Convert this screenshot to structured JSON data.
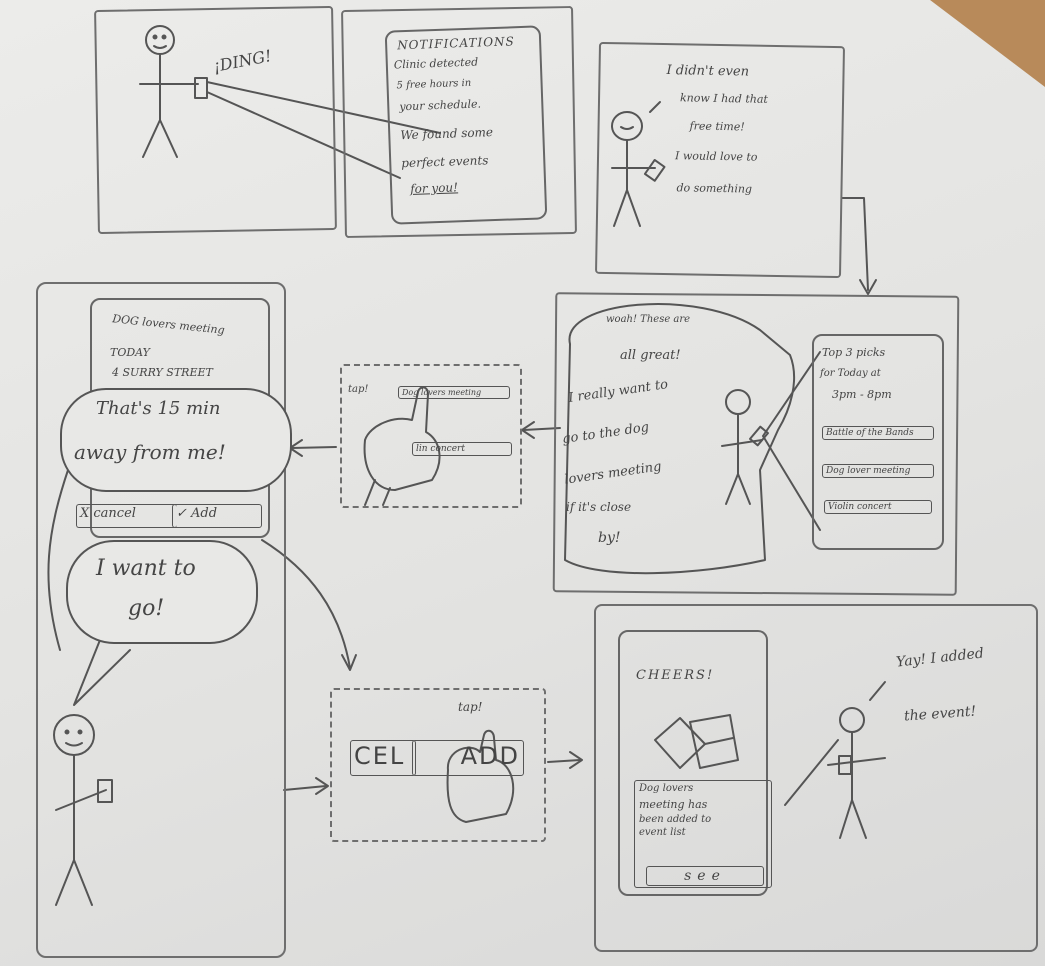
{
  "panel1": {
    "sound": "¡DING!"
  },
  "panel2": {
    "title": "NOTIFICATIONS",
    "lines": [
      "Clinic detected",
      "5 free hours in",
      "your schedule.",
      "We found some",
      "perfect events",
      "for you!"
    ]
  },
  "panel3": {
    "lines": [
      "I didn't even",
      "know I had that",
      "free time!",
      "I would love to",
      "do something"
    ]
  },
  "panel4": {
    "thought": [
      "woah! These are",
      "all great!",
      "I really want to",
      "go to the dog",
      "lovers meeting",
      "if it's close",
      "by!"
    ],
    "phone_lines": [
      "Top 3 picks",
      "for Today at",
      "3pm - 8pm"
    ],
    "options": [
      "Battle of the Bands",
      "Dog lover meeting",
      "Violin concert"
    ]
  },
  "panel5": {
    "tap": "tap!",
    "options": [
      "Dog lovers meeting",
      "lin concert"
    ]
  },
  "panel6": {
    "details": [
      "DOG lovers meeting",
      "TODAY",
      "4 SURRY STREET"
    ],
    "speech1": [
      "That's 15 min",
      "away from me!"
    ],
    "cancel": "X cancel",
    "add": "✓ Add",
    "speech2": [
      "I want to",
      "go!"
    ]
  },
  "panel7": {
    "tap": "tap!",
    "cancel_partial": "CEL",
    "add_partial": "ADD"
  },
  "panel8": {
    "title": "CHEERS!",
    "message": [
      "Dog lovers",
      "meeting has",
      "been added to",
      "event list"
    ],
    "see": "see",
    "speech": [
      "Yay! I added",
      "the event!"
    ]
  }
}
